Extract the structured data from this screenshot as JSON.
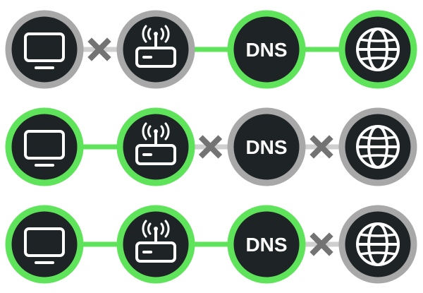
{
  "colors": {
    "ok": "#5ee35a",
    "fail": "#a8a8a8",
    "node_fill": "#1e2426",
    "icon": "#ffffff",
    "x_mark": "#737373",
    "background": "#ffffff"
  },
  "nodes": [
    {
      "id": "computer",
      "icon": "monitor-icon"
    },
    {
      "id": "router",
      "icon": "router-icon"
    },
    {
      "id": "dns",
      "label": "DNS"
    },
    {
      "id": "internet",
      "icon": "globe-icon"
    }
  ],
  "rows": [
    {
      "status": [
        "fail",
        "fail",
        "ok",
        "ok"
      ],
      "links": [
        "broken",
        "ok",
        "ok"
      ]
    },
    {
      "status": [
        "ok",
        "ok",
        "fail",
        "fail"
      ],
      "links": [
        "ok",
        "broken",
        "broken"
      ]
    },
    {
      "status": [
        "ok",
        "ok",
        "ok",
        "fail"
      ],
      "links": [
        "ok",
        "ok",
        "broken"
      ]
    }
  ]
}
